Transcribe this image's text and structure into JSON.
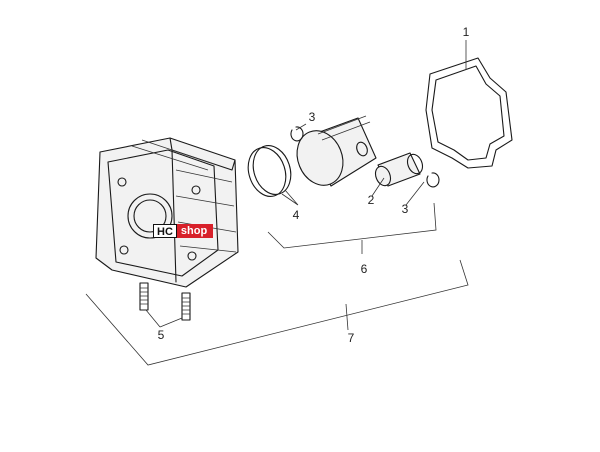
{
  "callouts": {
    "c1": "1",
    "c2": "2",
    "c3a": "3",
    "c3b": "3",
    "c4": "4",
    "c5": "5",
    "c6": "6",
    "c7": "7"
  },
  "watermark": {
    "left_text": "HC",
    "right_text": "shop",
    "accent": "#d8202a"
  },
  "colors": {
    "line": "#1a1a1a",
    "part_fill": "#f2f2f2",
    "background": "#ffffff"
  }
}
